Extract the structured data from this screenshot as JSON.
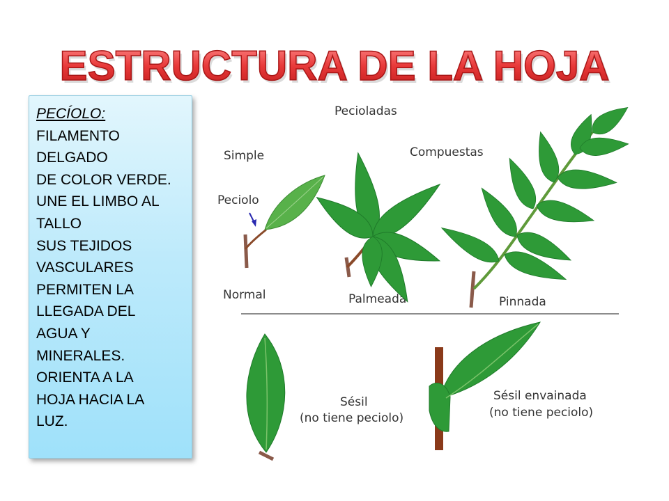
{
  "title": "ESTRUCTURA DE LA HOJA",
  "info_box": {
    "heading": "PECÍOLO:",
    "lines": [
      "FILAMENTO",
      "DELGADO",
      "DE COLOR VERDE.",
      "UNE EL LIMBO AL",
      "TALLO",
      "SUS TEJIDOS",
      "VASCULARES",
      "PERMITEN LA",
      "LLEGADA DEL",
      "AGUA Y",
      "MINERALES.",
      "ORIENTA A LA",
      "HOJA HACIA LA",
      "LUZ."
    ]
  },
  "figure": {
    "group_petiolate": "Pecioladas",
    "simple": "Simple",
    "compound": "Compuestas",
    "petiole": "Peciolo",
    "normal": "Normal",
    "palmate": "Palmeada",
    "pinnate": "Pinnada",
    "sessile": "Sésil",
    "sessile_note": "(no tiene peciolo)",
    "sheathed": "Sésil envainada",
    "sheathed_note": "(no tiene peciolo)"
  },
  "colors": {
    "title_fill": "#ee4a4a",
    "title_stroke": "#a91616",
    "leaf": "#2e9a37",
    "leaf_dark": "#1f7a2a",
    "stem": "#8a4a2a",
    "arrow": "#2a2ab0"
  }
}
